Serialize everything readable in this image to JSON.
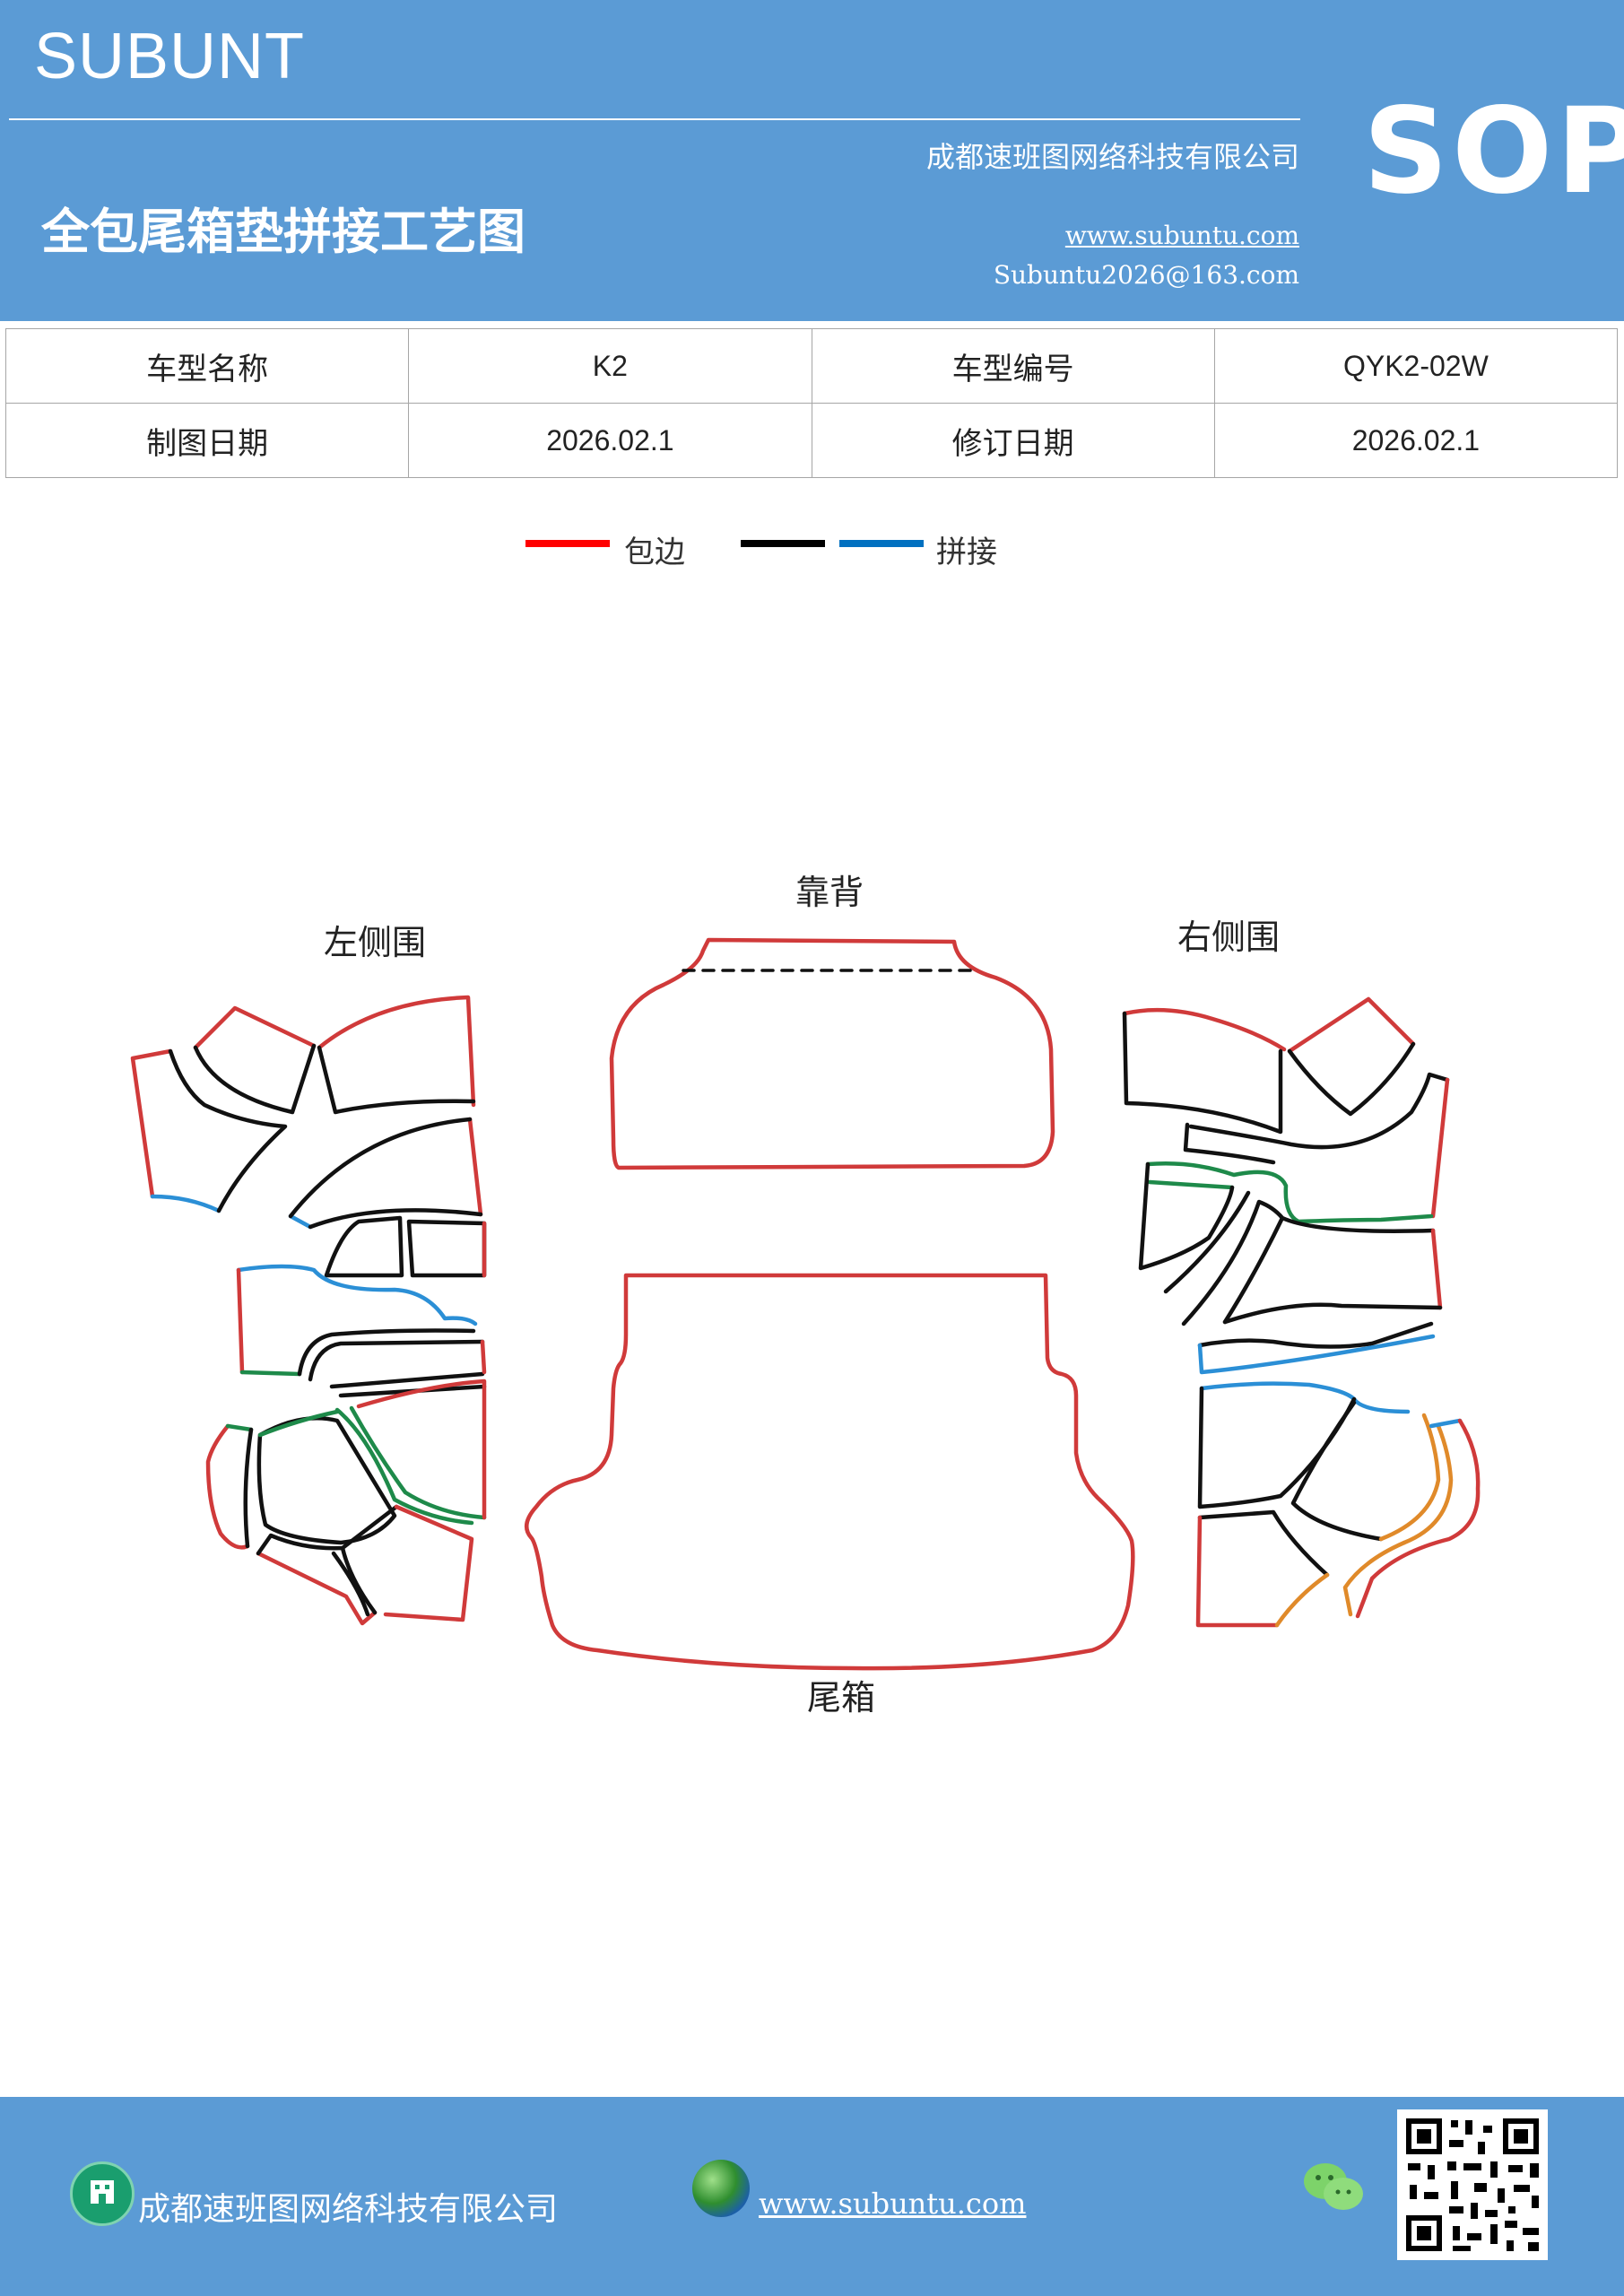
{
  "header": {
    "brand": "SUBUNT",
    "company": "成都速班图网络科技有限公司",
    "title": "全包尾箱垫拼接工艺图",
    "website": "www.subuntu.com",
    "email": "Subuntu2026@163.com",
    "badge": "SOP"
  },
  "info_table": {
    "row1": {
      "label1": "车型名称",
      "value1": "K2",
      "label2": "车型编号",
      "value2": "QYK2-02W"
    },
    "row2": {
      "label1": "制图日期",
      "value1": "2026.02.1",
      "label2": "修订日期",
      "value2": "2026.02.1"
    }
  },
  "legend": {
    "items": [
      {
        "label": "包边",
        "color": "#ff0000"
      },
      {
        "label": "",
        "color": "#000000"
      },
      {
        "label": "拼接",
        "color": "#0070c0"
      }
    ]
  },
  "diagram": {
    "colors": {
      "edge": "#d03a3a",
      "seam_black": "#111111",
      "seam_blue": "#2b8fd6",
      "seam_green": "#1e8a4a",
      "seam_orange": "#e08a2a"
    },
    "parts": {
      "backrest": "靠背",
      "left_side": "左侧围",
      "right_side": "右侧围",
      "trunk": "尾箱"
    }
  },
  "footer": {
    "company": "成都速班图网络科技有限公司",
    "website": "www.subuntu.com",
    "building_icon": "building-icon",
    "globe_icon": "globe-icon",
    "wechat_icon": "wechat-icon",
    "qr_code": "qr-code"
  }
}
